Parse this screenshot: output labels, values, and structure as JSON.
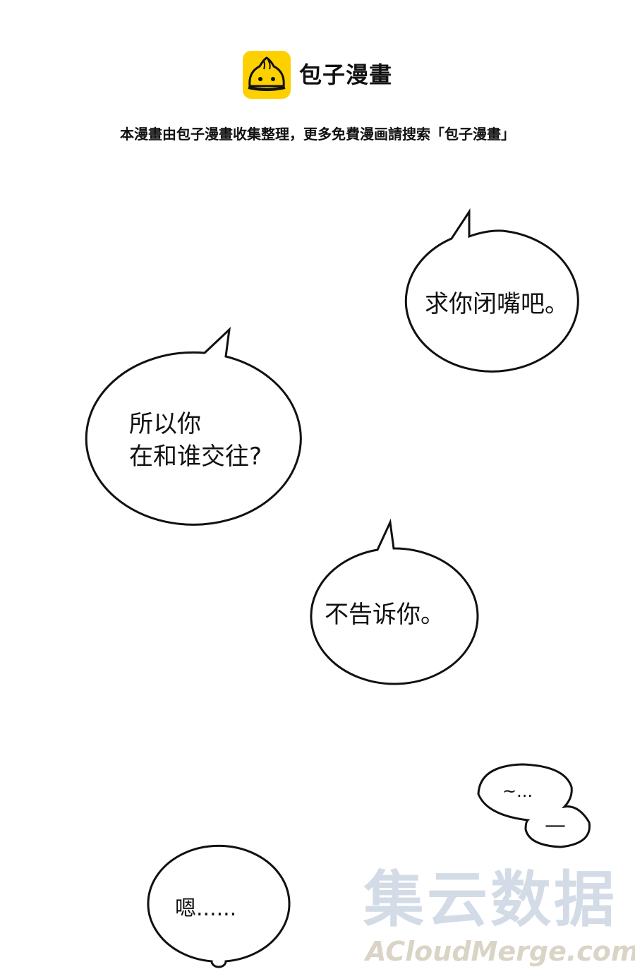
{
  "header": {
    "logo_text": "包子漫畫",
    "notice": "本漫畫由包子漫畫收集整理，更多免費漫画請搜索「包子漫畫」",
    "logo_color": "#fdd000"
  },
  "bubbles": [
    {
      "text": "求你闭嘴吧。"
    },
    {
      "text": "所以你\n在和谁交往?"
    },
    {
      "text": "不告诉你。"
    },
    {
      "text": "~...",
      "text2": "—"
    },
    {
      "text": "嗯......"
    }
  ],
  "watermark": {
    "title": "集云数据",
    "site": "ACloudMerge.com"
  }
}
